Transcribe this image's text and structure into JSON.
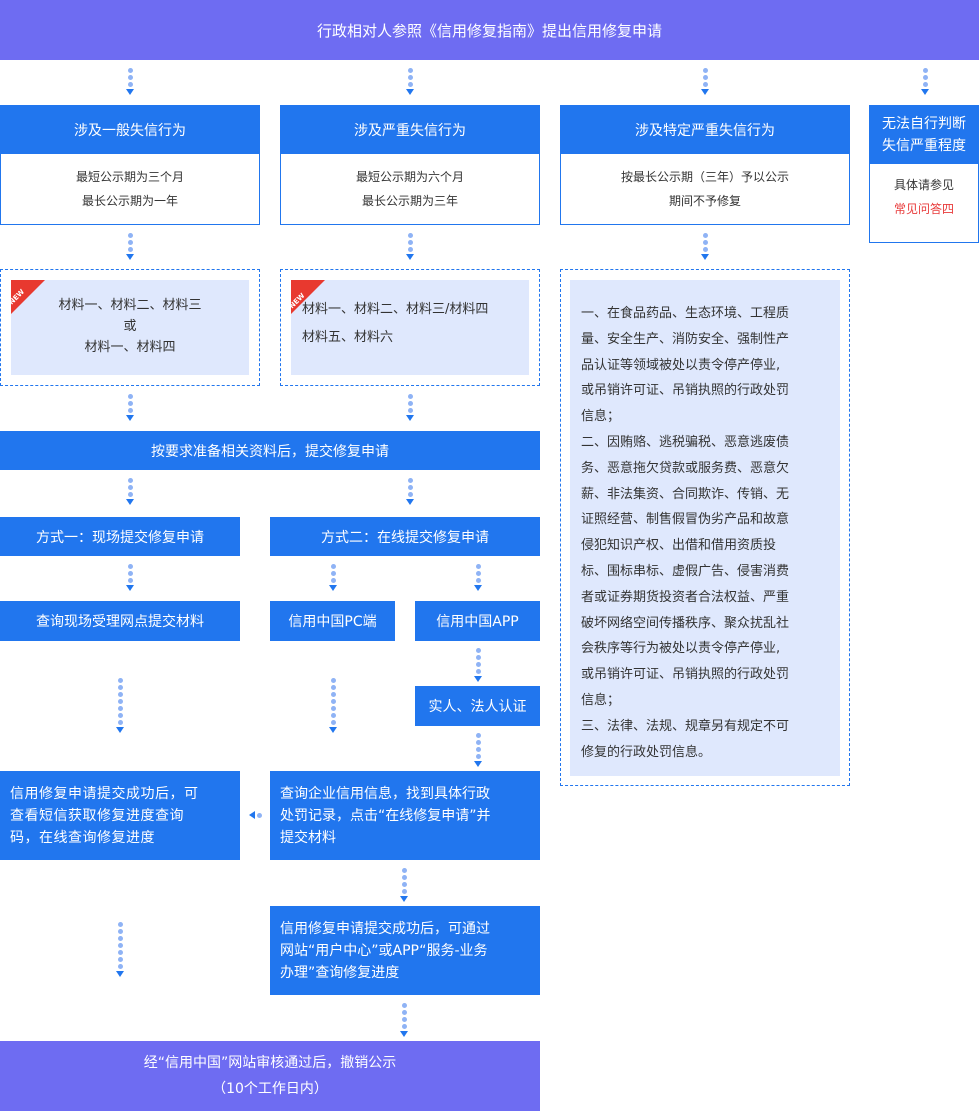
{
  "top_banner": "行政相对人参照《信用修复指南》提出信用修复申请",
  "col1": {
    "title": "涉及一般失信行为",
    "line1": "最短公示期为三个月",
    "line2": "最长公示期为一年",
    "materials": [
      "材料一、材料二、材料三",
      "或",
      "材料一、材料四"
    ]
  },
  "col2": {
    "title": "涉及严重失信行为",
    "line1": "最短公示期为六个月",
    "line2": "最长公示期为三年",
    "materials": [
      "材料一、材料二、材料三/材料四",
      "材料五、材料六"
    ]
  },
  "col3": {
    "title": "涉及特定严重失信行为",
    "line1": "按最长公示期（三年）予以公示",
    "line2": "期间不予修复",
    "detail": [
      "一、在食品药品、生态环境、工程质",
      "量、安全生产、消防安全、强制性产",
      "品认证等领域被处以责令停产停业,",
      "或吊销许可证、吊销执照的行政处罚",
      "信息；",
      "二、因贿赂、逃税骗税、恶意逃废债",
      "务、恶意拖欠贷款或服务费、恶意欠",
      "薪、非法集资、合同欺诈、传销、无",
      "证照经营、制售假冒伪劣产品和故意",
      "侵犯知识产权、出借和借用资质投",
      "标、围标串标、虚假广告、侵害消费",
      "者或证券期货投资者合法权益、严重",
      "破坏网络空间传播秩序、聚众扰乱社",
      "会秩序等行为被处以责令停产停业,",
      "或吊销许可证、吊销执照的行政处罚",
      "信息；",
      "三、法律、法规、规章另有规定不可",
      "修复的行政处罚信息。"
    ]
  },
  "col4": {
    "title_line1": "无法自行判断",
    "title_line2": "失信严重程度",
    "line1": "具体请参见",
    "link": "常见问答四"
  },
  "badge": "NEW",
  "submit_bar": "按要求准备相关资料后，提交修复申请",
  "method1": "方式一：现场提交修复申请",
  "method2": "方式二：在线提交修复申请",
  "onsite": "查询现场受理网点提交材料",
  "pc": "信用中国PC端",
  "app": "信用中国APP",
  "auth": "实人、法人认证",
  "sms_box": [
    "信用修复申请提交成功后，可",
    "查看短信获取修复进度查询",
    "码，在线查询修复进度"
  ],
  "query_box": [
    "查询企业信用信息，找到具体行政",
    "处罚记录，点击“在线修复申请”并",
    "提交材料"
  ],
  "progress_box": [
    "信用修复申请提交成功后，可通过",
    "网站“用户中心”或APP“服务-业务",
    "办理”查询修复进度"
  ],
  "final_line1": "经“信用中国”网站审核通过后，撤销公示",
  "final_line2": "（10个工作日内）"
}
